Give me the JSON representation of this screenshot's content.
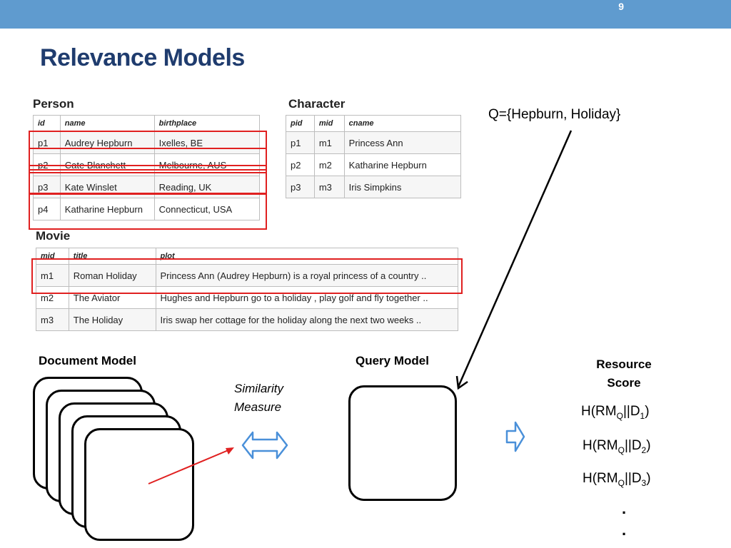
{
  "slide": {
    "number": "9",
    "title": "Relevance Models"
  },
  "person": {
    "title": "Person",
    "headers": [
      "id",
      "name",
      "birthplace"
    ],
    "rows": [
      [
        "p1",
        "Audrey Hepburn",
        "Ixelles, BE"
      ],
      [
        "p2",
        "Cate Blanchett",
        "Melbourne, AUS"
      ],
      [
        "p3",
        "Kate Winslet",
        "Reading, UK"
      ],
      [
        "p4",
        "Katharine Hepburn",
        "Connecticut, USA"
      ]
    ]
  },
  "character": {
    "title": "Character",
    "headers": [
      "pid",
      "mid",
      "cname"
    ],
    "rows": [
      [
        "p1",
        "m1",
        "Princess Ann"
      ],
      [
        "p2",
        "m2",
        "Katharine Hepburn"
      ],
      [
        "p3",
        "m3",
        "Iris Simpkins"
      ]
    ]
  },
  "movie": {
    "title": "Movie",
    "headers": [
      "mid",
      "title",
      "plot"
    ],
    "rows": [
      [
        "m1",
        "Roman Holiday",
        "Princess Ann (Audrey Hepburn) is a royal princess of a country .."
      ],
      [
        "m2",
        "The Aviator",
        "Hughes and Hepburn go to a holiday , play golf and fly together .."
      ],
      [
        "m3",
        "The Holiday",
        "Iris swap her cottage for the holiday along the next two weeks .."
      ]
    ]
  },
  "query": "Q={Hepburn, Holiday}",
  "labels": {
    "document_model": "Document Model",
    "query_model": "Query Model",
    "similarity_line1": "Similarity",
    "similarity_line2": "Measure",
    "resource_line1": "Resource",
    "resource_line2": "Score"
  },
  "scores": [
    {
      "prefix": "H(RM",
      "q": "Q",
      "mid": "||D",
      "n": "1",
      "suffix": ")"
    },
    {
      "prefix": "H(RM",
      "q": "Q",
      "mid": "||D",
      "n": "2",
      "suffix": ")"
    },
    {
      "prefix": "H(RM",
      "q": "Q",
      "mid": "||D",
      "n": "3",
      "suffix": ")"
    }
  ],
  "ellipsis": [
    ".",
    "."
  ],
  "colors": {
    "header_bar": "#5f9bcf",
    "title": "#1f3c6e",
    "highlight": "#e02020",
    "arrow_blue": "#4a90d9"
  }
}
